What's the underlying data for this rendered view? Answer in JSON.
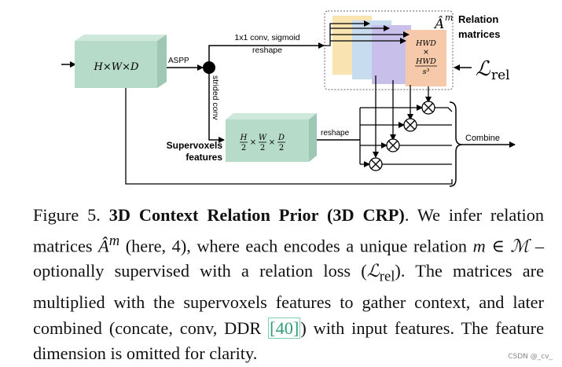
{
  "diagram": {
    "input_block_label": "H×W×D",
    "aspp_label": "ASPP",
    "conv_label_line1": "1x1 conv, sigmoid",
    "conv_label_line2": "reshape",
    "strided_label": "strided conv",
    "supervoxel_block_label_parts": [
      "H",
      "2",
      "W",
      "2",
      "D",
      "2"
    ],
    "supervoxels_label_line1": "Supervoxels",
    "supervoxels_label_line2": "features",
    "reshape_label": "reshape",
    "matrix_symbol": "Â",
    "matrix_superscript": "m",
    "matrix_numerator_line1": "HWD",
    "matrix_times": "×",
    "matrix_numerator_line2": "HWD",
    "matrix_denominator": "s³",
    "relation_matrices_line1": "Relation",
    "relation_matrices_line2": "matrices",
    "loss_symbol": "ℒ",
    "loss_subscript": "rel",
    "combine_label": "Combine",
    "colors": {
      "block_fill": "#b7dbc9",
      "block_side": "#9ec8b3",
      "matrix_1": "#f9e3b0",
      "matrix_2": "#c8dcef",
      "matrix_3": "#c8c0ea",
      "matrix_4": "#f5c9aa"
    }
  },
  "caption": {
    "prefix": "Figure 5.",
    "title": "3D Context Relation Prior (3D CRP)",
    "text_1": ". We infer relation matrices",
    "matrix_symbol": "Â",
    "matrix_superscript": "m",
    "text_2": "(here, 4), where each encodes a unique relation",
    "m_var": "m",
    "element_of": "∈",
    "set_symbol": "ℳ",
    "text_3": "– optionally supervised with a relation loss (",
    "loss_symbol": "ℒ",
    "loss_subscript": "rel",
    "text_4": "). The matrices are multiplied with the supervoxels features to gather context, and later combined (concate, conv, DDR",
    "ref": "[40]",
    "text_5": ") with input features. The feature dimension is omitted for clarity."
  },
  "watermark": "CSDN @_cv_"
}
